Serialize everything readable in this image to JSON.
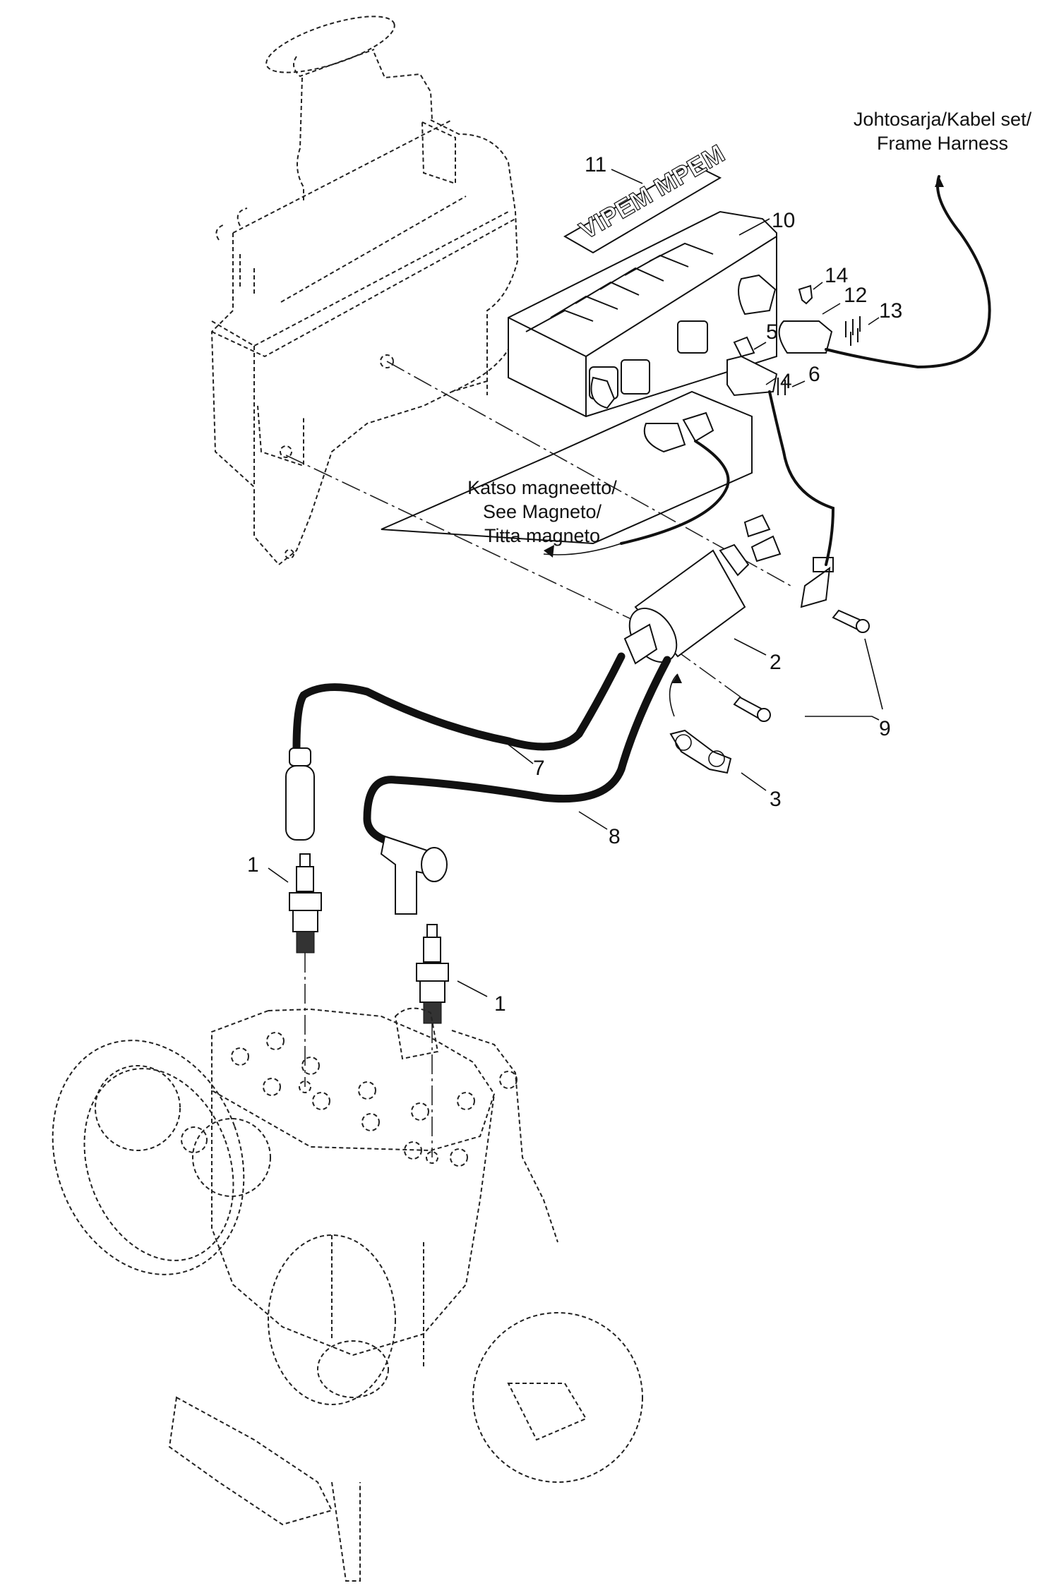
{
  "diagram": {
    "title": "Ignition system exploded parts view",
    "notes": {
      "frame_harness": [
        "Johtosarja/Kabel set/",
        "Frame Harness"
      ],
      "magneto": [
        "Katso magneetto/",
        "See Magneto/",
        "Titta magneto"
      ]
    },
    "callouts": [
      {
        "id": "1a",
        "label": "1",
        "part": "spark-plug-left"
      },
      {
        "id": "1b",
        "label": "1",
        "part": "spark-plug-right"
      },
      {
        "id": "2",
        "label": "2",
        "part": "ignition-coil"
      },
      {
        "id": "3",
        "label": "3",
        "part": "cable-clip"
      },
      {
        "id": "4",
        "label": "4",
        "part": "connector-housing"
      },
      {
        "id": "5",
        "label": "5",
        "part": "connector-lock"
      },
      {
        "id": "6",
        "label": "6",
        "part": "terminal-pins"
      },
      {
        "id": "7",
        "label": "7",
        "part": "high-tension-cable-left"
      },
      {
        "id": "8",
        "label": "8",
        "part": "high-tension-cable-right"
      },
      {
        "id": "9",
        "label": "9",
        "part": "coil-screws"
      },
      {
        "id": "10",
        "label": "10",
        "part": "mpem-module"
      },
      {
        "id": "11",
        "label": "11",
        "part": "vipem-decal"
      },
      {
        "id": "12",
        "label": "12",
        "part": "harness-connector"
      },
      {
        "id": "13",
        "label": "13",
        "part": "harness-terminals"
      },
      {
        "id": "14",
        "label": "14",
        "part": "connector-retainer"
      }
    ],
    "decal_text": "VIPEM MPEM"
  }
}
